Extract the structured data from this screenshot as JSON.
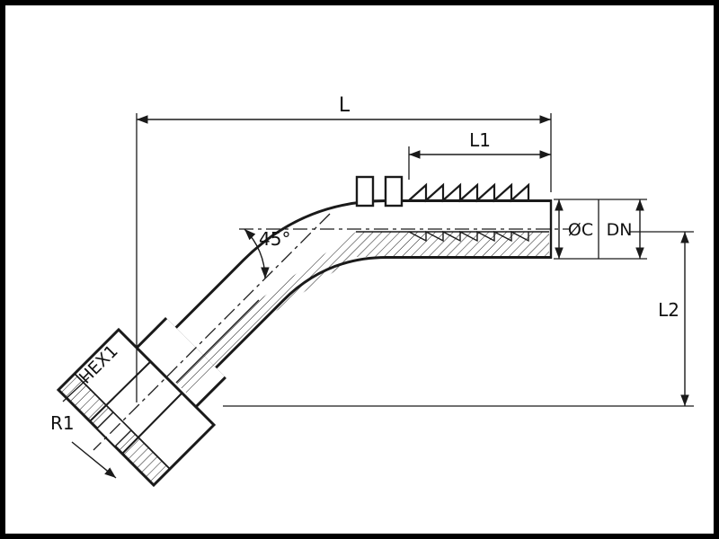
{
  "drawing": {
    "labels": {
      "L": "L",
      "L1": "L1",
      "angle": "45°",
      "diameter_c": "ØC",
      "dn": "DN",
      "L2": "L2",
      "hex": "HEX1",
      "radius": "R1"
    },
    "colors": {
      "line": "#1a1a1a",
      "background": "#ffffff"
    }
  }
}
